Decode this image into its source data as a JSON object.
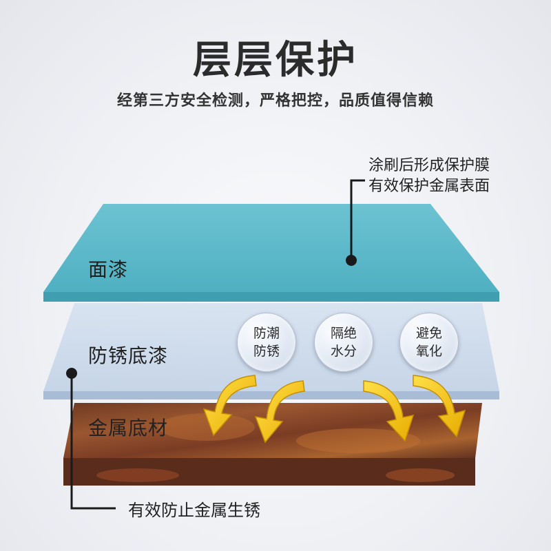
{
  "title": "层层保护",
  "subtitle": "经第三方安全检测，严格把控，品质值得信赖",
  "callout_top": {
    "line1": "涂刷后形成保护膜",
    "line2": "有效保护金属表面"
  },
  "callout_bottom": "有效防止金属生锈",
  "layers": {
    "topcoat": "面漆",
    "primer": "防锈底漆",
    "substrate": "金属底材"
  },
  "bubbles": [
    {
      "line1": "防潮",
      "line2": "防锈"
    },
    {
      "line1": "隔绝",
      "line2": "水分"
    },
    {
      "line1": "避免",
      "line2": "氧化"
    }
  ],
  "colors": {
    "topcoat": "#5bb9c9",
    "topcoat_edge": "#3f9fb0",
    "primer": "#c9d8ea",
    "substrate": "#8a4a2a",
    "arrow": "#f3c21a"
  },
  "icons": [
    "callout-dot-icon",
    "curved-arrow-icon"
  ]
}
